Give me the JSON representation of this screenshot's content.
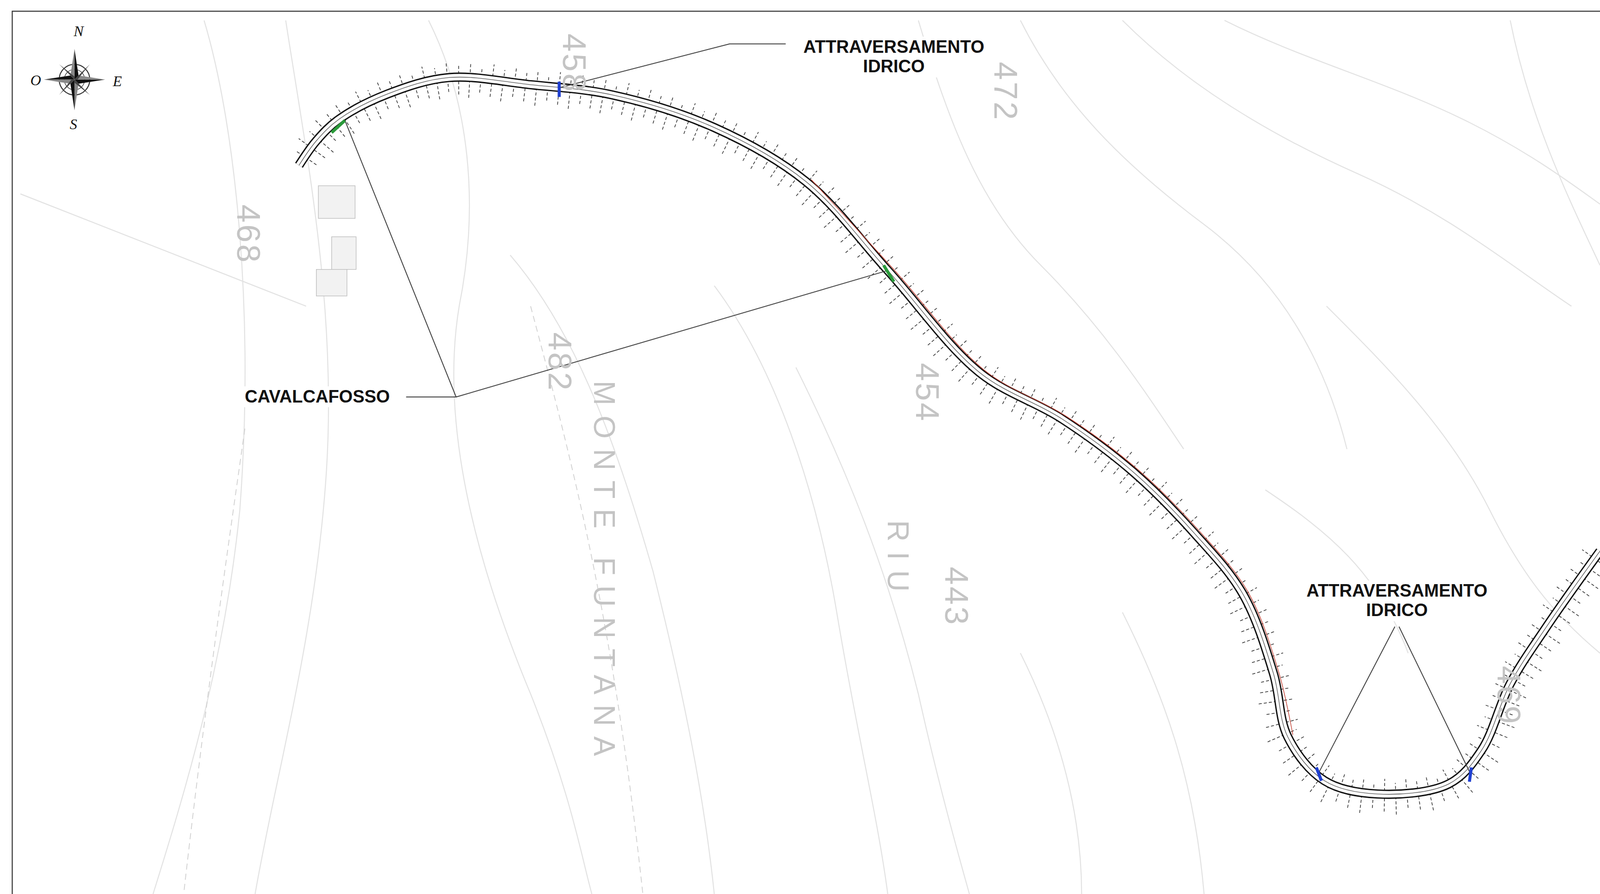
{
  "diagram": {
    "labels": [
      "ATTRAVERSAMENTO IDRICO",
      "CAVALCAFOSSO",
      "ATTRAVERSAMENTO IDRICO",
      "N",
      "O",
      "E",
      "S",
      "468",
      "458",
      "482",
      "472",
      "454",
      "443",
      "469",
      "MONTE FUNTANA",
      "RIU"
    ]
  }
}
